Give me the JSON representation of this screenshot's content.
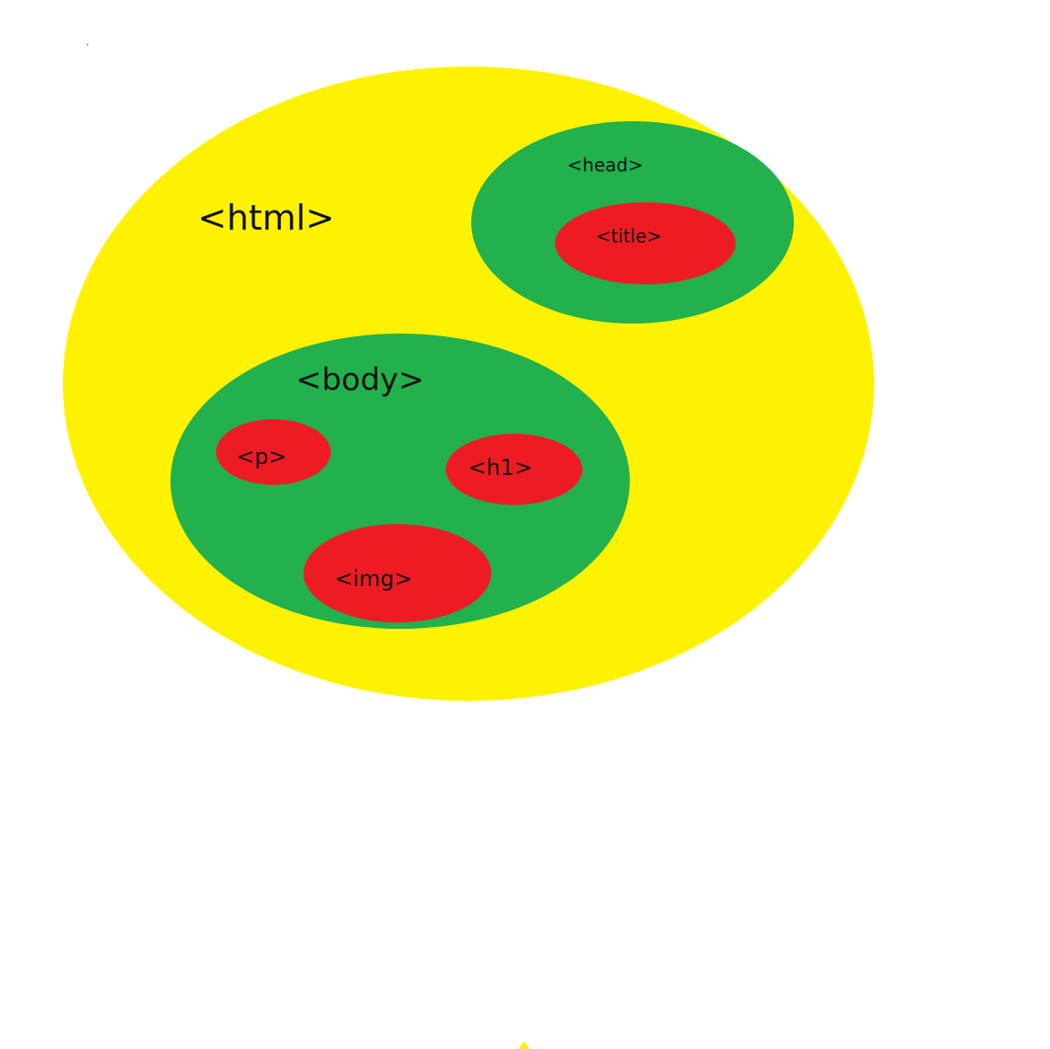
{
  "colors": {
    "html_fill": "#fff200",
    "container_fill": "#22b14c",
    "leaf_fill": "#ed1c24",
    "text": "#111111",
    "background": "#ffffff"
  },
  "labels": {
    "html": "<html>",
    "head": "<head>",
    "title": "<title>",
    "body": "<body>",
    "p": "<p>",
    "h1": "<h1>",
    "img": "<img>"
  }
}
